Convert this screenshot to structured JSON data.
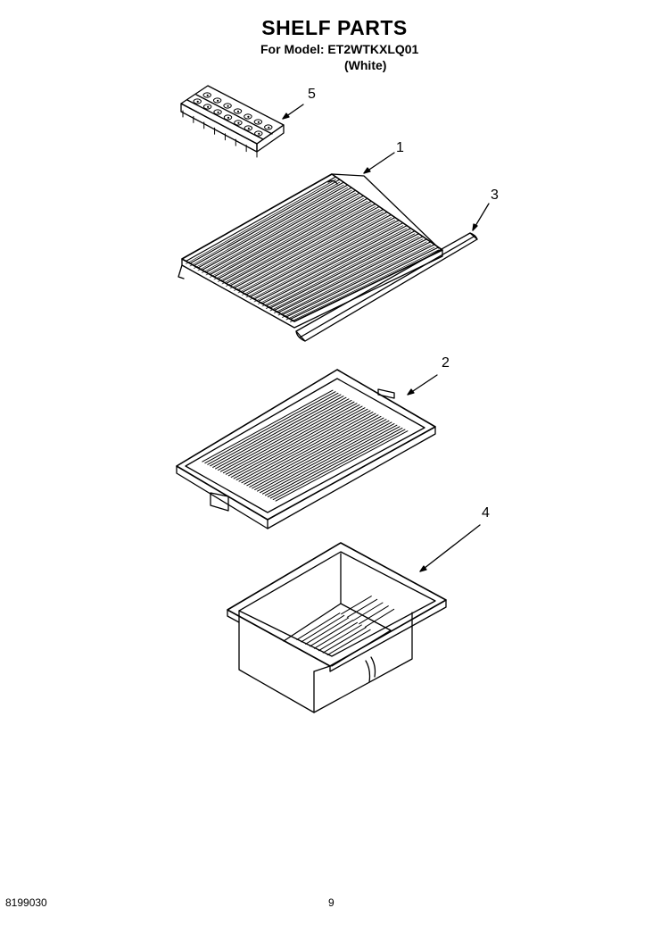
{
  "header": {
    "title": "SHELF PARTS",
    "model_line": "For Model: ET2WTKXLQ01",
    "variant": "(White)"
  },
  "callouts": [
    {
      "id": "1",
      "label": "1"
    },
    {
      "id": "2",
      "label": "2"
    },
    {
      "id": "3",
      "label": "3"
    },
    {
      "id": "4",
      "label": "4"
    },
    {
      "id": "5",
      "label": "5"
    }
  ],
  "footer": {
    "doc_number": "8199030",
    "page": "9"
  }
}
